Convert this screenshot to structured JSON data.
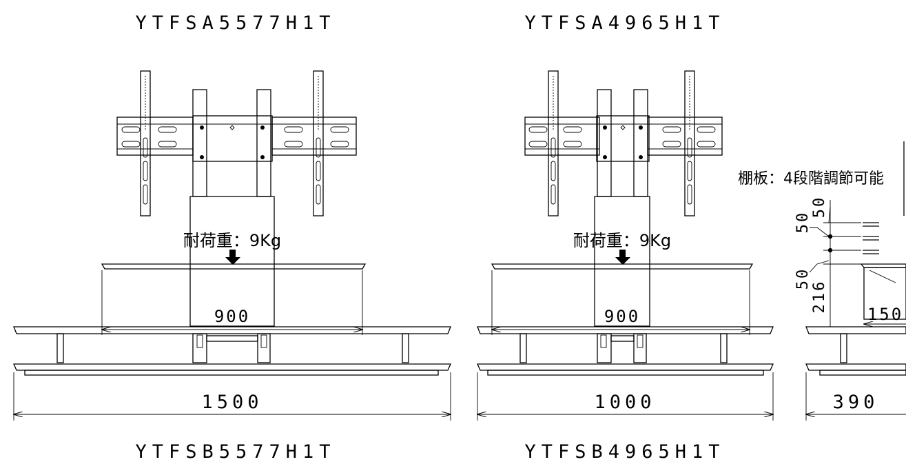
{
  "models": {
    "top_left": "YTFSA5577H1T",
    "top_right": "YTFSA4965H1T",
    "bottom_left": "YTFSB5577H1T",
    "bottom_right": "YTFSB4965H1T"
  },
  "labels": {
    "load_left": "耐荷重：9Kg",
    "load_right": "耐荷重：9Kg",
    "shelf_adjust": "棚板：4段階調節可能"
  },
  "dimensions": {
    "shelf_width_left": "900",
    "shelf_width_right": "900",
    "total_width_left": "1500",
    "total_width_right": "1000",
    "depth": "390",
    "shelf_depth": "150",
    "step_top": "50",
    "step_mid": "50",
    "step_low": "50",
    "shelf_height": "216"
  }
}
